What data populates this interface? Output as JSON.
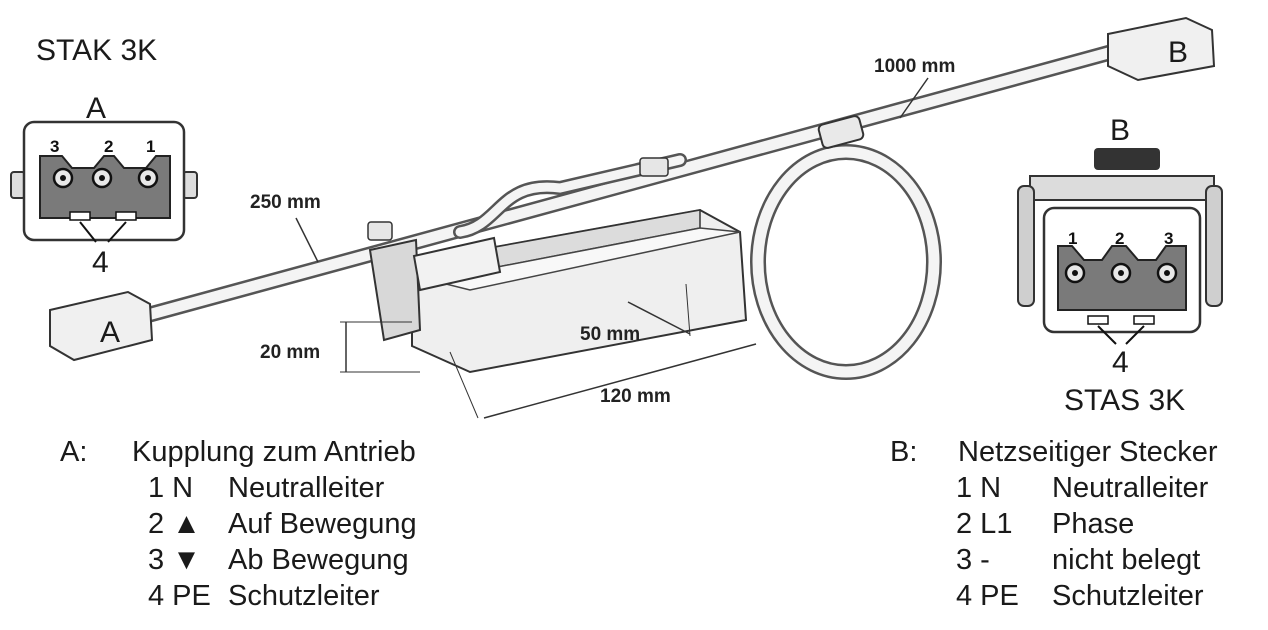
{
  "connector_a": {
    "name": "STAK 3K",
    "letter": "A",
    "pins": [
      "3",
      "2",
      "1"
    ],
    "pe": "4"
  },
  "connector_b": {
    "name": "STAS 3K",
    "letter": "B",
    "pins": [
      "1",
      "2",
      "3"
    ],
    "pe": "4"
  },
  "cable": {
    "end_a": "A",
    "end_b": "B",
    "len_short": "250 mm",
    "len_long": "1000 mm",
    "dim_height": "20 mm",
    "dim_width": "50 mm",
    "dim_length": "120 mm"
  },
  "legend_a": {
    "key": "A:",
    "title": "Kupplung zum Antrieb",
    "rows": [
      {
        "code": "1 N",
        "text": "Neutralleiter"
      },
      {
        "code": "2 ▲",
        "text": "Auf Bewegung"
      },
      {
        "code": "3 ▼",
        "text": "Ab Bewegung"
      },
      {
        "code": "4 PE",
        "text": "Schutzleiter"
      }
    ]
  },
  "legend_b": {
    "key": "B:",
    "title": "Netzseitiger Stecker",
    "rows": [
      {
        "code": "1 N",
        "text": "Neutralleiter"
      },
      {
        "code": "2 L1",
        "text": "Phase"
      },
      {
        "code": "3 -",
        "text": "nicht belegt"
      },
      {
        "code": "4 PE",
        "text": "Schutzleiter"
      }
    ]
  }
}
